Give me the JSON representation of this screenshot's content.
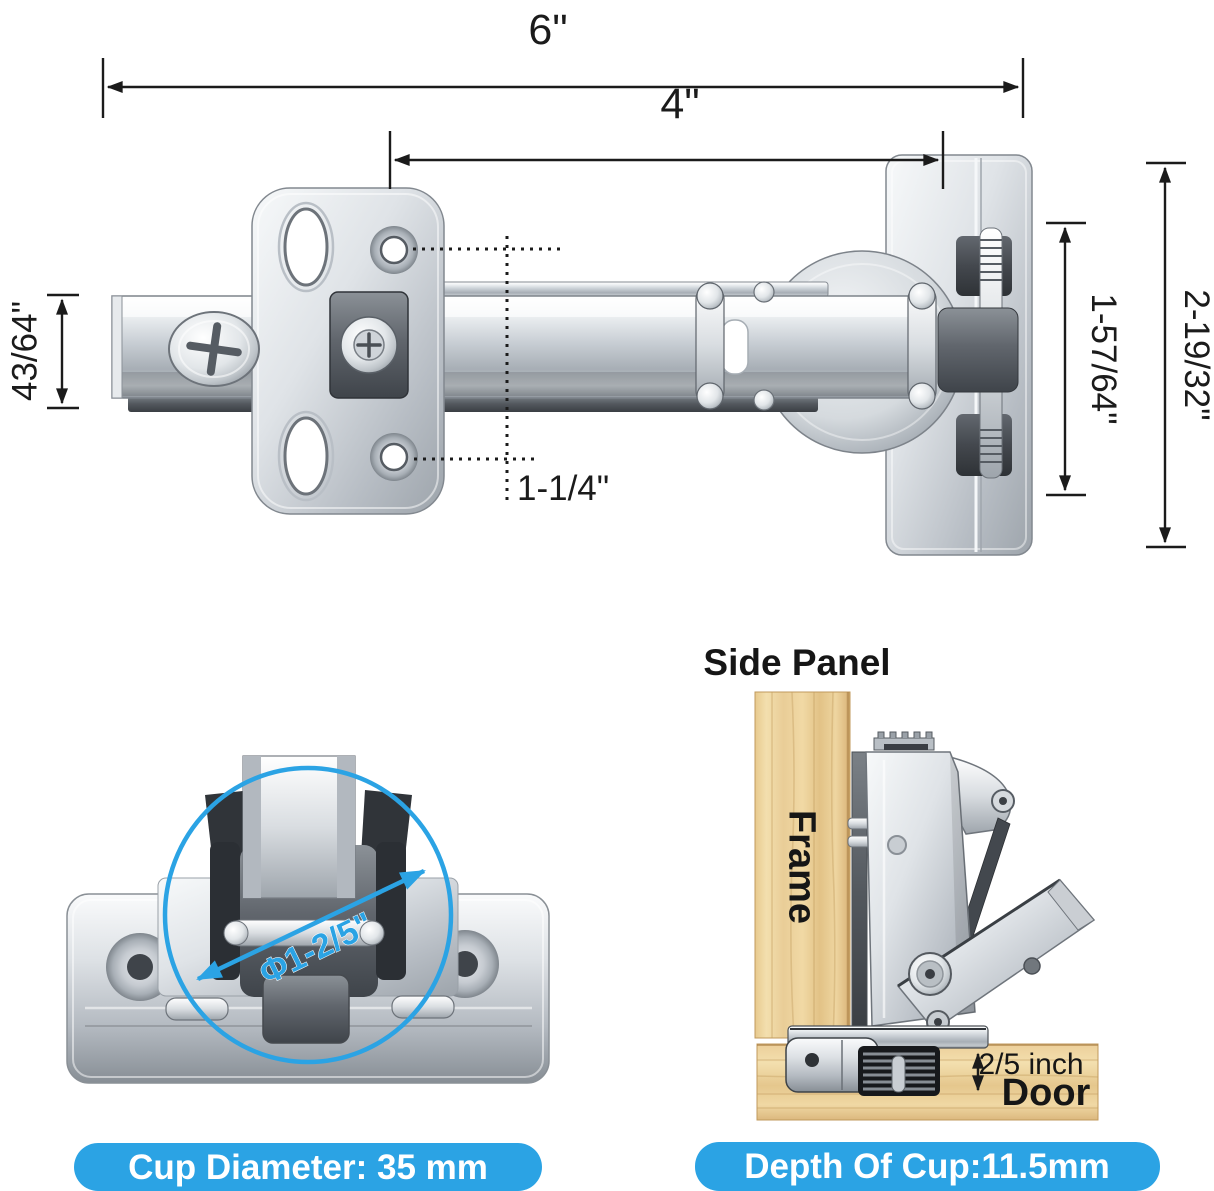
{
  "colors": {
    "accent_blue": "#2BA3E4",
    "dimension_ink": "#1B1B1B",
    "wood_light": "#F0D8A5",
    "wood_dark": "#D9B377",
    "metal_mid": "#C9CFD5"
  },
  "top_diagram": {
    "dim_total_width": "6\"",
    "dim_arm_length": "4\"",
    "dim_rail_height": "43/64\"",
    "dim_plate_to_cup": "1-1/4\"",
    "dim_holes_span": "1-57/64\"",
    "dim_plate_height": "2-19/32\""
  },
  "cup_figure": {
    "diameter_arrow_label": "Φ1-2/5\"",
    "caption": "Cup Diameter: 35 mm"
  },
  "side_figure": {
    "title": "Side Panel",
    "frame_label": "Frame",
    "thickness_label": "2/5 inch",
    "door_label": "Door",
    "caption": "Depth Of Cup:11.5mm"
  }
}
